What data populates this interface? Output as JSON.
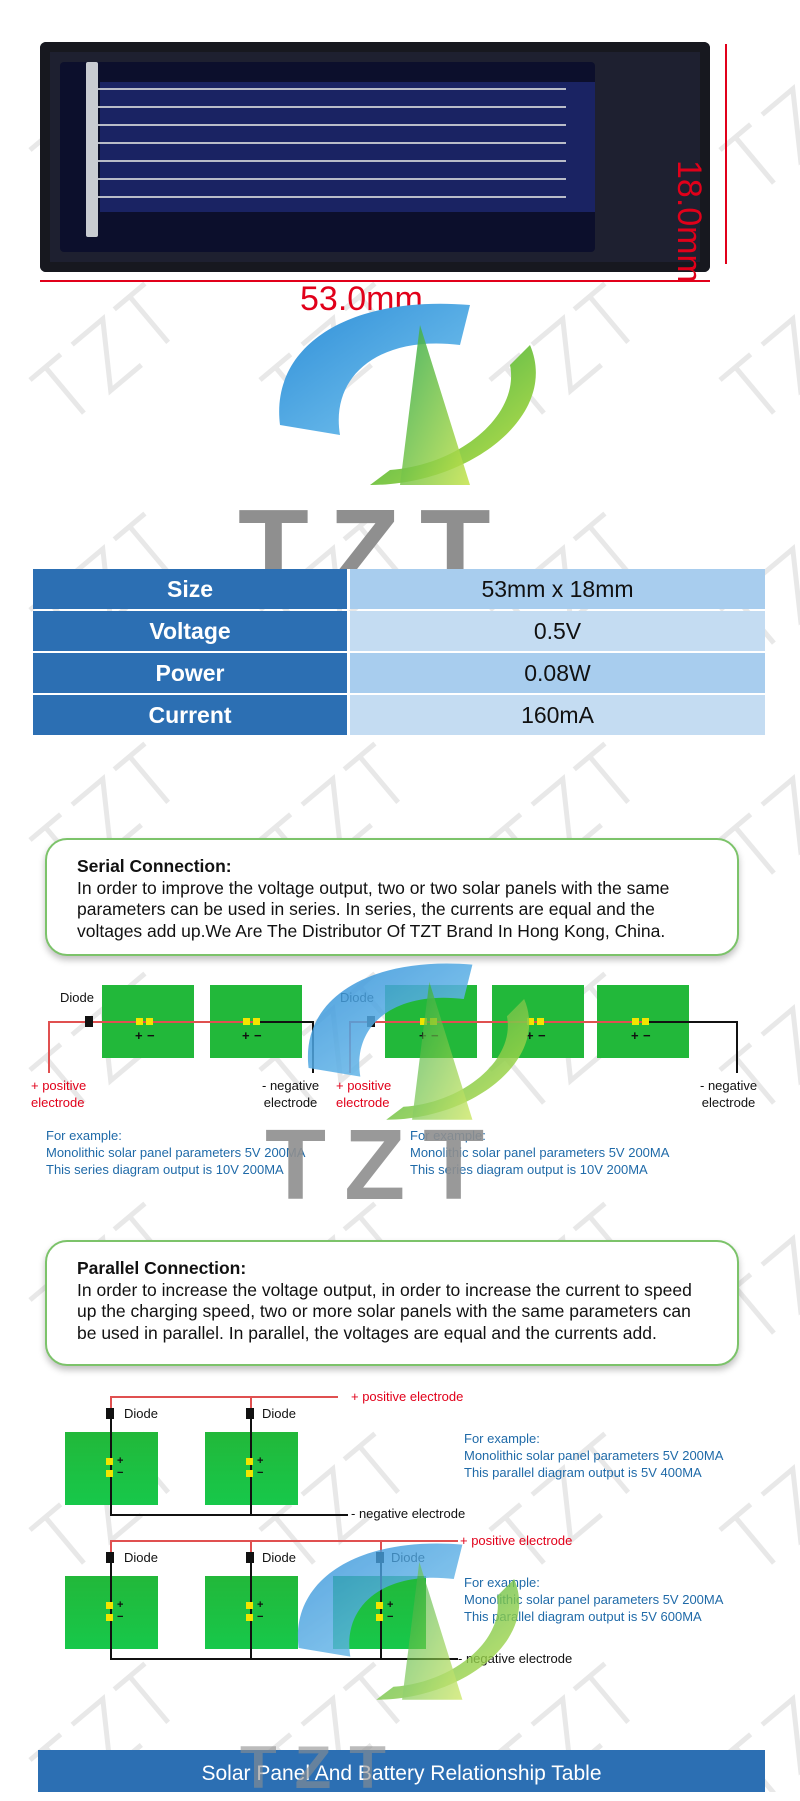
{
  "dimensions": {
    "height": "18.0mm",
    "width": "53.0mm"
  },
  "brand": {
    "logo_text": "TZT"
  },
  "specs": [
    {
      "label": "Size",
      "value": "53mm x 18mm"
    },
    {
      "label": "Voltage",
      "value": "0.5V"
    },
    {
      "label": "Power",
      "value": "0.08W"
    },
    {
      "label": "Current",
      "value": "160mA"
    }
  ],
  "serial": {
    "title": "Serial Connection:",
    "body": "In order to improve the voltage output, two or two solar panels with the same parameters can be used in series. In series, the currents are equal and the voltages add up.We Are The Distributor Of TZT Brand In Hong Kong, China.",
    "diode_label": "Diode",
    "positive_line1": "+ positive",
    "positive_line2": "electrode",
    "negative_line1": "- negative",
    "negative_line2": "electrode",
    "example_left": {
      "line1": "For example:",
      "line2": "Monolithic solar panel parameters 5V 200MA",
      "line3": "This series diagram output is 10V 200MA"
    },
    "example_right": {
      "line1": "For example:",
      "line2": "Monolithic solar panel parameters 5V 200MA",
      "line3": "This series diagram output is 10V 200MA"
    }
  },
  "parallel": {
    "title": "Parallel Connection:",
    "body": "In order to increase the voltage output, in order to increase the current to speed up the charging speed, two or more solar panels with the same parameters can be used in parallel. In parallel, the voltages are equal and the currents add.",
    "diode_label": "Diode",
    "positive": "+ positive electrode",
    "negative": "- negative electrode",
    "example_top": {
      "line1": "For example:",
      "line2": "Monolithic solar panel parameters 5V 200MA",
      "line3": "This parallel diagram output is 5V 400MA"
    },
    "example_bottom": {
      "line1": "For example:",
      "line2": "Monolithic solar panel parameters 5V 200MA",
      "line3": "This parallel diagram output is 5V 600MA"
    }
  },
  "symbols": {
    "plus": "+",
    "minus": "−"
  },
  "banner": "Solar Panel And Battery Relationship Table",
  "colors": {
    "accent_blue": "#2c6fb3",
    "light_blue": "#a8cdee",
    "panel_green": "#22b83a",
    "dimension_red": "#e1001a",
    "box_border": "#7cc36a"
  }
}
